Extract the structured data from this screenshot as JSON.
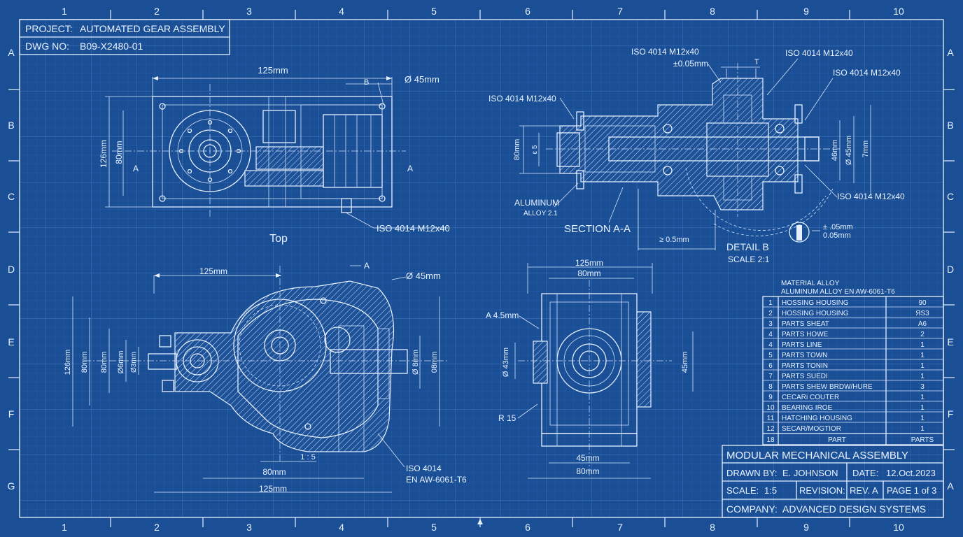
{
  "colors": {
    "background": "#1a4f96",
    "grid_minor": "#2d63aa",
    "grid_major": "#3f77bf",
    "ink": "#e6f0ff"
  },
  "border": {
    "columns": [
      "1",
      "2",
      "3",
      "4",
      "5",
      "6",
      "7",
      "8",
      "9",
      "10"
    ],
    "rows_left": [
      "A",
      "B",
      "C",
      "D",
      "E",
      "F",
      "G"
    ],
    "rows_right": [
      "A",
      "B",
      "C",
      "D",
      "E",
      "F",
      "A"
    ]
  },
  "header": {
    "project_label": "PROJECT:",
    "project_value": "AUTOMATED GEAR ASSEMBLY",
    "dwg_label": "DWG NO:",
    "dwg_value": "B09-X2480-01"
  },
  "top_view": {
    "label": "Top",
    "dim_width": "125mm",
    "dim_b": "B",
    "dim_dia": "Ø 45mm",
    "dim_height_outer": "126mm",
    "dim_height_inner": "80mm",
    "section_mark": "A",
    "callout": "ISO 4014 M12x40"
  },
  "section_view": {
    "label": "SECTION A-A",
    "callout_top_a": "ISO 4014 M12x40",
    "tolerance_top": "±0.05mm",
    "callout_top_b": "ISO 4014 M12x40",
    "callout_top_c": "ISO 4014 M12x40",
    "callout_left": "ISO 4014 M12x40",
    "callout_right": "ISO 4014 M12x40",
    "dim_t": "T",
    "material_1": "ALUMINUM",
    "material_2": "ALLOY 2.1",
    "dim_left_outer": "80mm",
    "dim_left_inner": "ε 5",
    "dim_right_1": "46mm",
    "dim_right_2": "Ø 45mm",
    "dim_right_3": "7mm",
    "dim_bottom": "≥ 0.5mm"
  },
  "detail_b": {
    "label": "DETAIL B",
    "scale": "SCALE 2:1",
    "tol_1": "± .05mm",
    "tol_2": "0.05mm"
  },
  "front_view": {
    "dim_top": "125mm",
    "dim_dia": "Ø 45mm",
    "section_mark": "A",
    "dim_h1": "126mm",
    "dim_h2": "80mm",
    "dim_h3": "80mm",
    "dim_h4": "Ø6mm",
    "dim_h5": "Ø3mm",
    "dim_right_1": "Ø 8mm",
    "dim_right_2": "08mm",
    "dim_bottom_ratio": "1 : 5",
    "dim_bottom_1": "80mm",
    "dim_bottom_2": "125mm",
    "callout_1": "ISO 4014",
    "callout_2": "EN AW-6061-T6"
  },
  "side_view": {
    "dim_top_1": "125mm",
    "dim_top_2": "80mm",
    "dim_chamfer": "A 4.5mm",
    "dim_left": "Ø 43mm",
    "dim_right": "45mm",
    "dim_radius": "R 15",
    "dim_bottom_1": "45mm",
    "dim_bottom_2": "80mm"
  },
  "material": {
    "line_1": "MATERIAL ALLOY",
    "line_2": "ALUMINUM ALLOY EN AW-6061-T6"
  },
  "parts_list": {
    "rows": [
      {
        "no": "1",
        "part": "HOSSING HOUSING",
        "qty": "90"
      },
      {
        "no": "2",
        "part": "HOSSING HOUSING",
        "qty": "ЯS3"
      },
      {
        "no": "3",
        "part": "PARTS SHEAT",
        "qty": "A6"
      },
      {
        "no": "4",
        "part": "PARTS HOWE",
        "qty": "2"
      },
      {
        "no": "4",
        "part": "PARTS LINE",
        "qty": "1"
      },
      {
        "no": "5",
        "part": "PARTS TOWN",
        "qty": "1"
      },
      {
        "no": "6",
        "part": "PARTS TONIN",
        "qty": "1"
      },
      {
        "no": "7",
        "part": "PARTS SUEDI",
        "qty": "1"
      },
      {
        "no": "8",
        "part": "PARTS SHEW BRDW/HURE",
        "qty": "3"
      },
      {
        "no": "9",
        "part": "CECARi COUTER",
        "qty": "1"
      },
      {
        "no": "10",
        "part": "BEARING IROE",
        "qty": "1"
      },
      {
        "no": "11",
        "part": "HATCHING HOUSING",
        "qty": "1"
      },
      {
        "no": "12",
        "part": "SECAR/MOGTIOR",
        "qty": "1"
      }
    ],
    "footer_no": "18",
    "footer_part": "PART",
    "footer_qty": "PARTS"
  },
  "title_block": {
    "title": "MODULAR MECHANICAL ASSEMBLY",
    "drawn_label": "DRAWN BY:",
    "drawn_value": "E. JOHNSON",
    "date_label": "DATE:",
    "date_value": "12.Oct.2023",
    "scale_label": "SCALE:",
    "scale_value": "1:5",
    "revision_label": "REVISION:",
    "revision_value": "REV. A",
    "page": "PAGE 1 of 3",
    "company_label": "COMPANY:",
    "company_value": "ADVANCED DESIGN SYSTEMS"
  }
}
